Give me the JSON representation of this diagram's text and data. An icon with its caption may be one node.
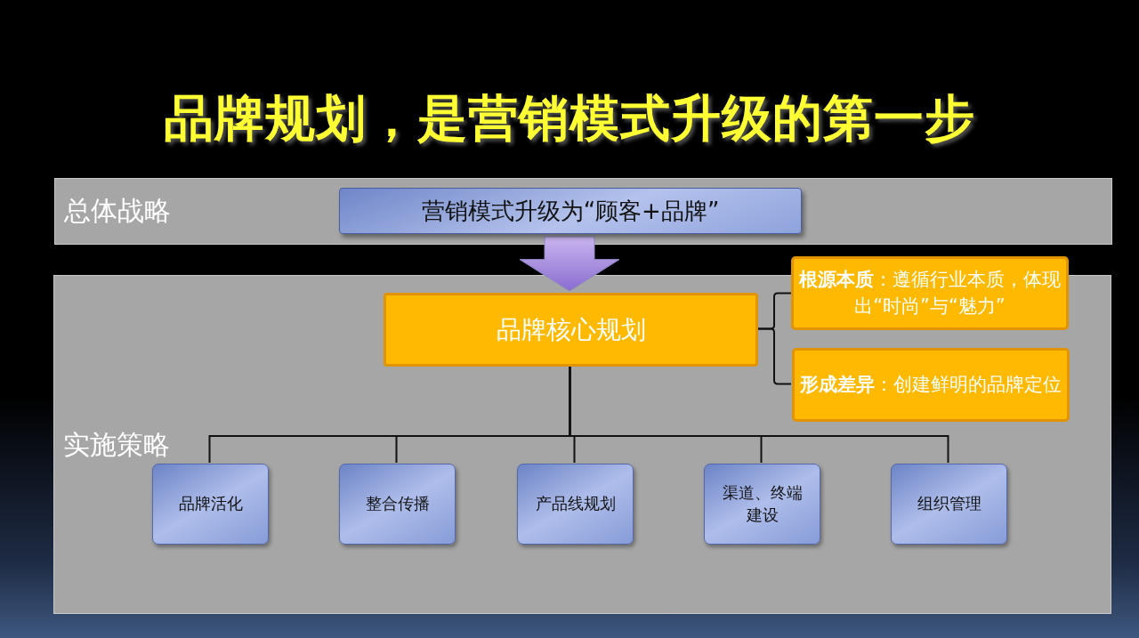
{
  "diagram": {
    "title": "品牌规划，是营销模式升级的第一步",
    "nodes": [
      {
        "text": [
          "总体战略"
        ]
      },
      {
        "text": [
          "营销模式升级为“顾客+品牌”"
        ],
        "in": 0
      },
      {
        "text": [
          "实施策略"
        ]
      },
      {
        "text": [
          "品牌核心规划"
        ],
        "in": 2
      },
      {
        "text": [
          "**根源本质**：遵循行业本质，体现出“时尚”与“魅力”"
        ]
      },
      {
        "text": [
          "**形成差异**：创建鲜明的品牌定位"
        ],
        "in": 2
      },
      {
        "text": [
          "品牌活化"
        ],
        "in": 2
      },
      {
        "text": [
          "整合传播"
        ],
        "in": 2
      },
      {
        "text": [
          "产品线规划"
        ],
        "in": 2
      },
      {
        "text": [
          "渠道、终端建设"
        ],
        "in": 2
      },
      {
        "text": [
          "组织管理"
        ],
        "in": 2
      }
    ],
    "edges": [
      {
        "from": 1,
        "to": 3,
        "arrow": "to",
        "style": "thick"
      },
      {
        "from": 3,
        "to": 4,
        "arrow": "none"
      },
      {
        "from": 3,
        "to": 5,
        "arrow": "none"
      },
      {
        "from": 3,
        "to": 6,
        "arrow": "none"
      },
      {
        "from": 3,
        "to": 7,
        "arrow": "none"
      },
      {
        "from": 3,
        "to": 8,
        "arrow": "none"
      },
      {
        "from": 3,
        "to": 9,
        "arrow": "none"
      },
      {
        "from": 3,
        "to": 10,
        "arrow": "none"
      }
    ]
  }
}
